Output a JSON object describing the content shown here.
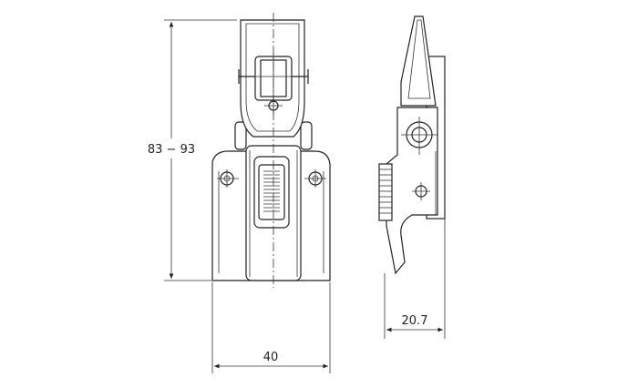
{
  "dimensions": {
    "height_range": "83 − 93",
    "width_front": "40",
    "width_side": "20.7"
  }
}
